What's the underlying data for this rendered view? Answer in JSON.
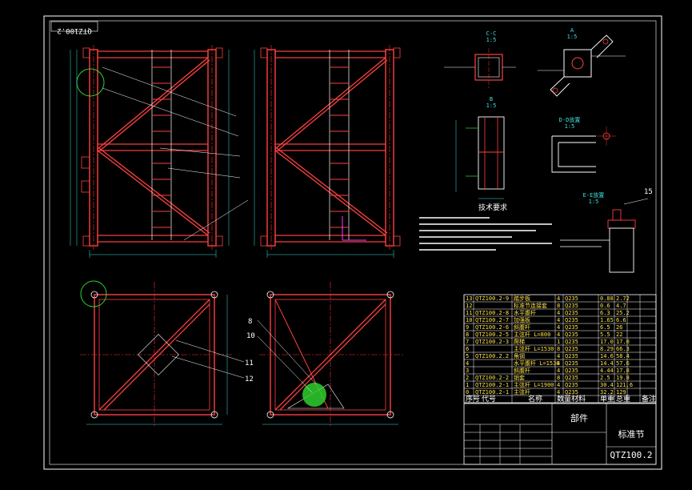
{
  "drawing": {
    "code_rotated": "QTZ100.2",
    "title_code": "QTZ100.2",
    "title_name": "标准节",
    "part_label": "部件",
    "note_header": "技术要求"
  },
  "details": {
    "cc": {
      "label": "C-C",
      "scale": "1:5"
    },
    "a": {
      "label": "A",
      "scale": "1:5"
    },
    "b": {
      "label": "B",
      "scale": "1:5"
    },
    "dd": {
      "label": "D-D放置",
      "scale": "1:5"
    },
    "ee": {
      "label": "E-E放置",
      "scale": "1:5"
    },
    "ee_dim": "15"
  },
  "callouts": [
    "8",
    "10",
    "11",
    "12"
  ],
  "parts_list": {
    "rows": [
      {
        "no": "13",
        "code": "QTZ100.2-9",
        "name": "踏步板",
        "qty": "4",
        "mat": "Q235",
        "w1": "0.88",
        "w2": "2.72"
      },
      {
        "no": "12",
        "code": "",
        "name": "标准节连接套",
        "qty": "8",
        "mat": "Q235",
        "w1": "0.6",
        "w2": "4.7"
      },
      {
        "no": "11",
        "code": "QTZ100.2-8",
        "name": "水平腹杆",
        "qty": "4",
        "mat": "Q235",
        "w1": "6.3",
        "w2": "25.2"
      },
      {
        "no": "10",
        "code": "QTZ100.2-7",
        "name": "加强板",
        "qty": "4",
        "mat": "Q235",
        "w1": "1.65",
        "w2": "6.6"
      },
      {
        "no": "9",
        "code": "QTZ100.2-6",
        "name": "斜腹杆",
        "qty": "4",
        "mat": "Q235",
        "w1": "6.5",
        "w2": "26"
      },
      {
        "no": "8",
        "code": "QTZ100.2-5",
        "name": "主弦杆 L=800",
        "qty": "4",
        "mat": "Q235",
        "w1": "5.5",
        "w2": "22"
      },
      {
        "no": "7",
        "code": "QTZ100.2-3",
        "name": "爬梯",
        "qty": "1",
        "mat": "Q235",
        "w1": "17.0",
        "w2": "17.0"
      },
      {
        "no": "6",
        "code": "",
        "name": "主弦杆 L=1530",
        "qty": "8",
        "mat": "Q235",
        "w1": "8.29",
        "w2": "66.3"
      },
      {
        "no": "5",
        "code": "QTZ100.2.2",
        "name": "角钢",
        "qty": "4",
        "mat": "Q235",
        "w1": "14.6",
        "w2": "58.4"
      },
      {
        "no": "4",
        "code": "",
        "name": "水平腹杆 L=1530",
        "qty": "4",
        "mat": "Q235",
        "w1": "14.4",
        "w2": "57.6"
      },
      {
        "no": "3",
        "code": "",
        "name": "斜腹杆",
        "qty": "4",
        "mat": "Q235",
        "w1": "4.44",
        "w2": "17.8"
      },
      {
        "no": "2",
        "code": "QTZ100.2-2",
        "name": "销套",
        "qty": "8",
        "mat": "Q235",
        "w1": "2.5",
        "w2": "19.8"
      },
      {
        "no": "1",
        "code": "QTZ100.2-1",
        "name": "主弦杆 L=1900",
        "qty": "4",
        "mat": "Q235",
        "w1": "30.4",
        "w2": "121.6"
      },
      {
        "no": "0",
        "code": "QTZ100.2-1",
        "name": "主弦杆",
        "qty": "4",
        "mat": "Q235",
        "w1": "32.2",
        "w2": "129"
      }
    ],
    "header": [
      "序号",
      "代号",
      "名称",
      "数量",
      "材料",
      "单重",
      "总重",
      "备注"
    ]
  },
  "colors": {
    "frame": "#ffffff",
    "steel": "#ff4040",
    "dim": "#3fe0e0",
    "center": "#ff3030",
    "green": "#2fd02f",
    "magenta": "#ff40ff",
    "yellow": "#ffe14a"
  }
}
